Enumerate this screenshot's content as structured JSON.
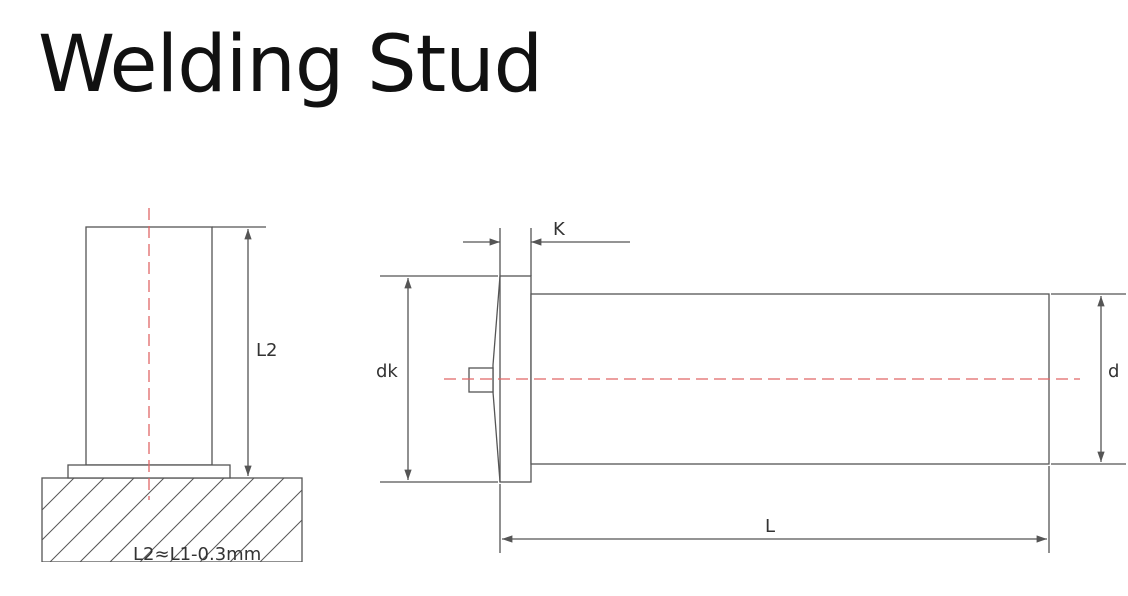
{
  "title": "Welding Stud",
  "labels": {
    "side_height": "L2",
    "formula": "L2≈L1-0.3mm",
    "head_thickness": "K",
    "head_diameter": "dk",
    "shank_diameter": "d",
    "length": "L"
  },
  "colors": {
    "line": "#555555",
    "centerline": "#e06666",
    "text": "#333333"
  }
}
